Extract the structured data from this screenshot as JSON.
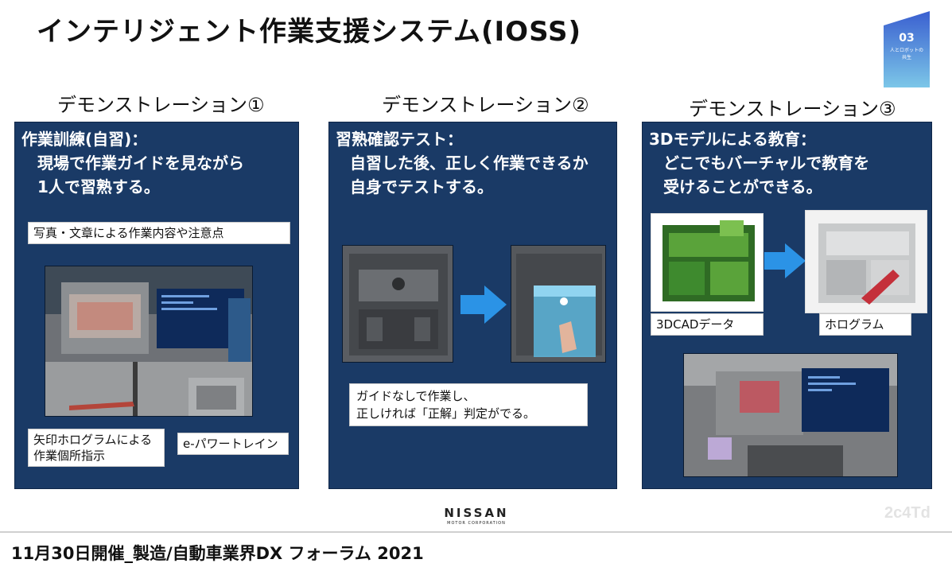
{
  "slide": {
    "title": "インテリジェント作業支援システム(IOSS)",
    "badge_number": "03",
    "badge_subtitle_line1": "人とロボットの",
    "badge_subtitle_line2": "共生"
  },
  "demos": [
    {
      "heading": "デモンストレーション①",
      "title": "作業訓練(自習)：",
      "desc_line1": "現場で作業ガイドを見ながら",
      "desc_line2": "1人で習熟する。",
      "label_top": "写真・文章による作業内容や注意点",
      "label_bottom_left_line1": "矢印ホログラムによる",
      "label_bottom_left_line2": "作業個所指示",
      "label_bottom_right": "e-パワートレイン"
    },
    {
      "heading": "デモンストレーション②",
      "title": "習熟確認テスト：",
      "desc_line1": "自習した後、正しく作業できるか",
      "desc_line2": "自身でテストする。",
      "label_line1": "ガイドなしで作業し、",
      "label_line2": "正しければ「正解」判定がでる。"
    },
    {
      "heading": "デモンストレーション③",
      "title": "3Dモデルによる教育：",
      "desc_line1": "どこでもバーチャルで教育を",
      "desc_line2": "受けることができる。",
      "label_left": "3DCADデータ",
      "label_right": "ホログラム"
    }
  ],
  "brand": {
    "name": "NISSAN",
    "sub": "MOTOR CORPORATION"
  },
  "watermark": "2c4Td",
  "footer": "11月30日開催_製造/自動車業界DX フォーラム 2021",
  "colors": {
    "panel_bg": "#1a3a66",
    "arrow": "#2b93e6",
    "badge_top": "#3a5fd0",
    "badge_bottom": "#7cc7e8"
  }
}
